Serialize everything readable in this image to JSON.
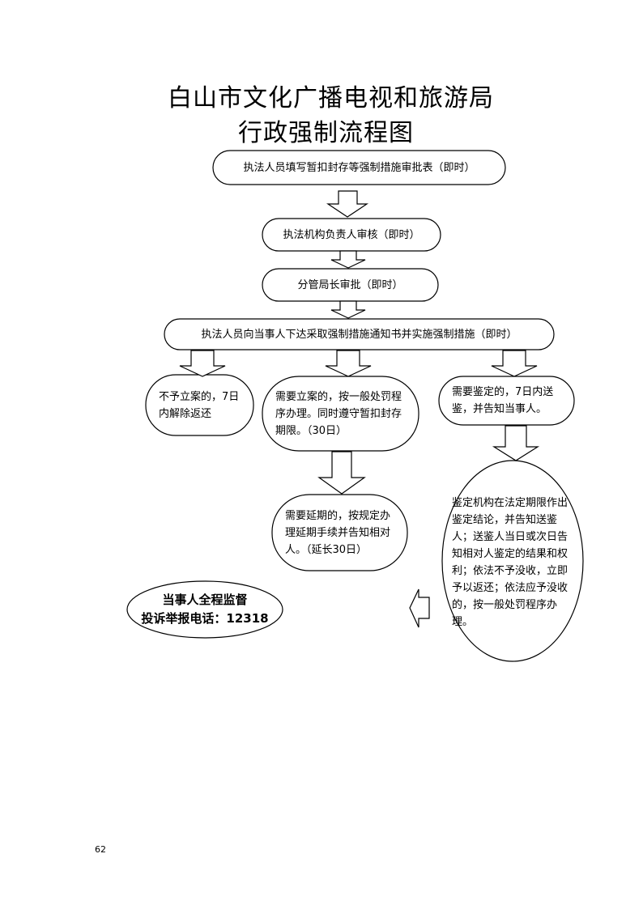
{
  "title": {
    "line1": "白山市文化广播电视和旅游局",
    "line2": "行政强制流程图"
  },
  "flow": {
    "step1": "执法人员填写暂扣封存等强制措施审批表（即时）",
    "step2": "执法机构负责人审核（即时）",
    "step3": "分管局长审批（即时）",
    "step4": "执法人员向当事人下达采取强制措施通知书并实施强制措施（即时）",
    "branch_left": "不予立案的，7日内解除返还",
    "branch_mid": "需要立案的，按一般处罚程序办理。同时遵守暂扣封存期限。（30日）",
    "branch_right": "需要鉴定的，7日内送鉴，并告知当事人。",
    "extension": "需要延期的，按规定办理延期手续并告知相对人。（延长30日）",
    "appraisal": "鉴定机构在法定期限作出鉴定结论，并告知送鉴人；送鉴人当日或次日告知相对人鉴定的结果和权利；依法不予没收，立即予以返还；依法应予没收的，按一般处罚程序办理。"
  },
  "supervision": {
    "line1": "当事人全程监督",
    "line2": "投诉举报电话：12318"
  },
  "page_number": "62"
}
